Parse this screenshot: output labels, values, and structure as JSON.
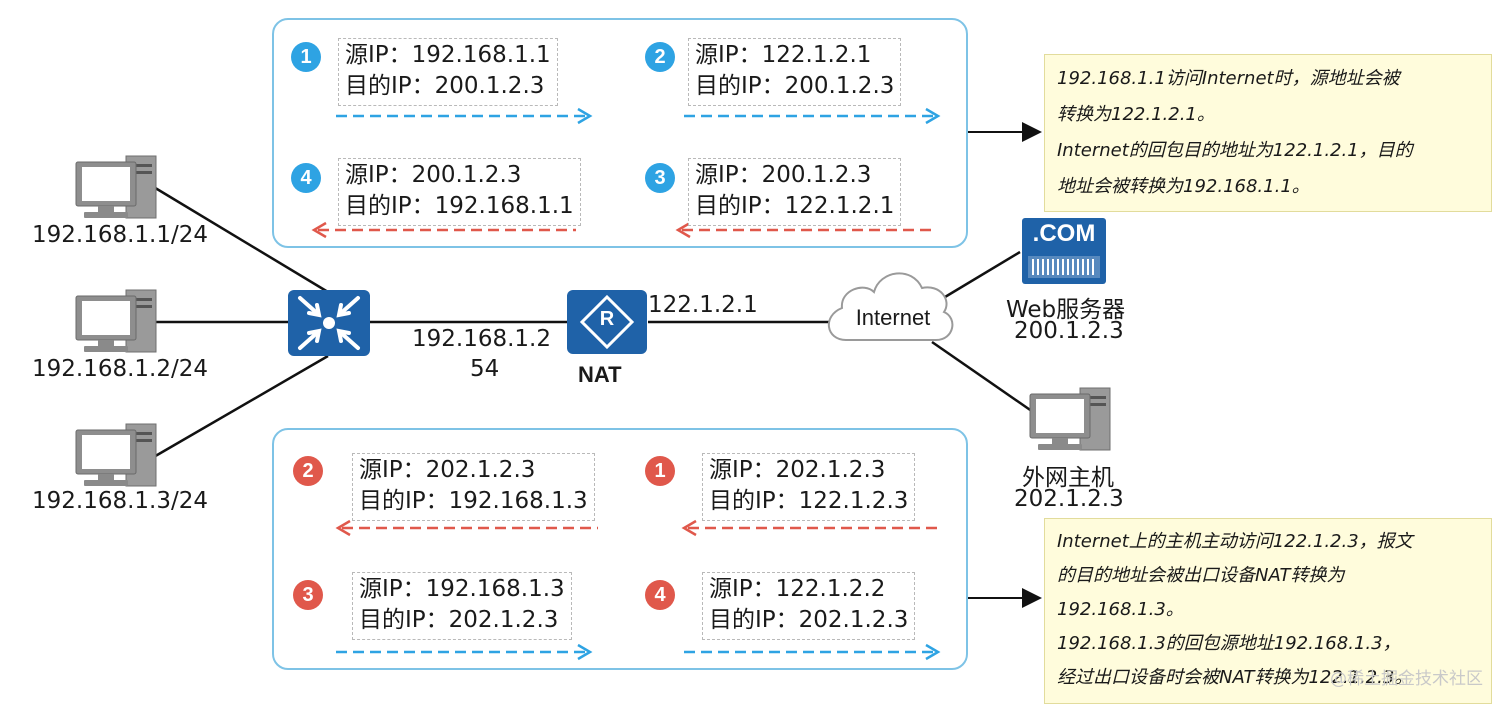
{
  "hosts": [
    {
      "label": "192.168.1.1/24"
    },
    {
      "label": "192.168.1.2/24"
    },
    {
      "label": "192.168.1.3/24"
    }
  ],
  "switch_icon": "switch-icon",
  "router": {
    "icon": "router-icon",
    "glyph": "R",
    "name": "NAT",
    "inside_ip_line1": "192.168.1.2",
    "inside_ip_line2": "54",
    "outside_ip": "122.1.2.1"
  },
  "cloud": {
    "icon": "cloud-icon",
    "label": "Internet"
  },
  "web_server": {
    "icon": "web-server-icon",
    "badge": ".COM",
    "name": "Web服务器",
    "ip": "200.1.2.3"
  },
  "external_host": {
    "icon": "computer-icon",
    "name": "外网主机",
    "ip": "202.1.2.3"
  },
  "top_panel": {
    "flows": [
      {
        "num": "1",
        "src": "源IP：192.168.1.1",
        "dst": "目的IP：200.1.2.3",
        "dir": "right"
      },
      {
        "num": "2",
        "src": "源IP：122.1.2.1",
        "dst": "目的IP：200.1.2.3",
        "dir": "right"
      },
      {
        "num": "4",
        "src": "源IP：200.1.2.3",
        "dst": "目的IP：192.168.1.1",
        "dir": "left"
      },
      {
        "num": "3",
        "src": "源IP：200.1.2.3",
        "dst": "目的IP：122.1.2.1",
        "dir": "left"
      }
    ]
  },
  "bottom_panel": {
    "flows": [
      {
        "num": "2",
        "src": "源IP：202.1.2.3",
        "dst": "目的IP：192.168.1.3",
        "dir": "left"
      },
      {
        "num": "1",
        "src": "源IP：202.1.2.3",
        "dst": "目的IP：122.1.2.3",
        "dir": "left"
      },
      {
        "num": "3",
        "src": "源IP：192.168.1.3",
        "dst": "目的IP：202.1.2.3",
        "dir": "right"
      },
      {
        "num": "4",
        "src": "源IP：122.1.2.2",
        "dst": "目的IP：202.1.2.3",
        "dir": "right"
      }
    ]
  },
  "note_top": {
    "lines": [
      "192.168.1.1访问Internet时，源地址会被",
      "转换为122.1.2.1。",
      "Internet的回包目的地址为122.1.2.1，目的",
      "地址会被转换为192.168.1.1。"
    ]
  },
  "note_bottom": {
    "lines": [
      "Internet上的主机主动访问122.1.2.3，报文",
      "的目的地址会被出口设备NAT转换为",
      "192.168.1.3。",
      "192.168.1.3的回包源地址192.168.1.3，",
      "经过出口设备时会被NAT转换为122.1.2.3。"
    ]
  },
  "watermark": "@稀土掘金技术社区",
  "colors": {
    "panel_border": "#7ec3e6",
    "blue": "#2ea3e3",
    "red": "#e0584b",
    "device_blue": "#1f62a8",
    "note_bg": "#fffcdc"
  }
}
